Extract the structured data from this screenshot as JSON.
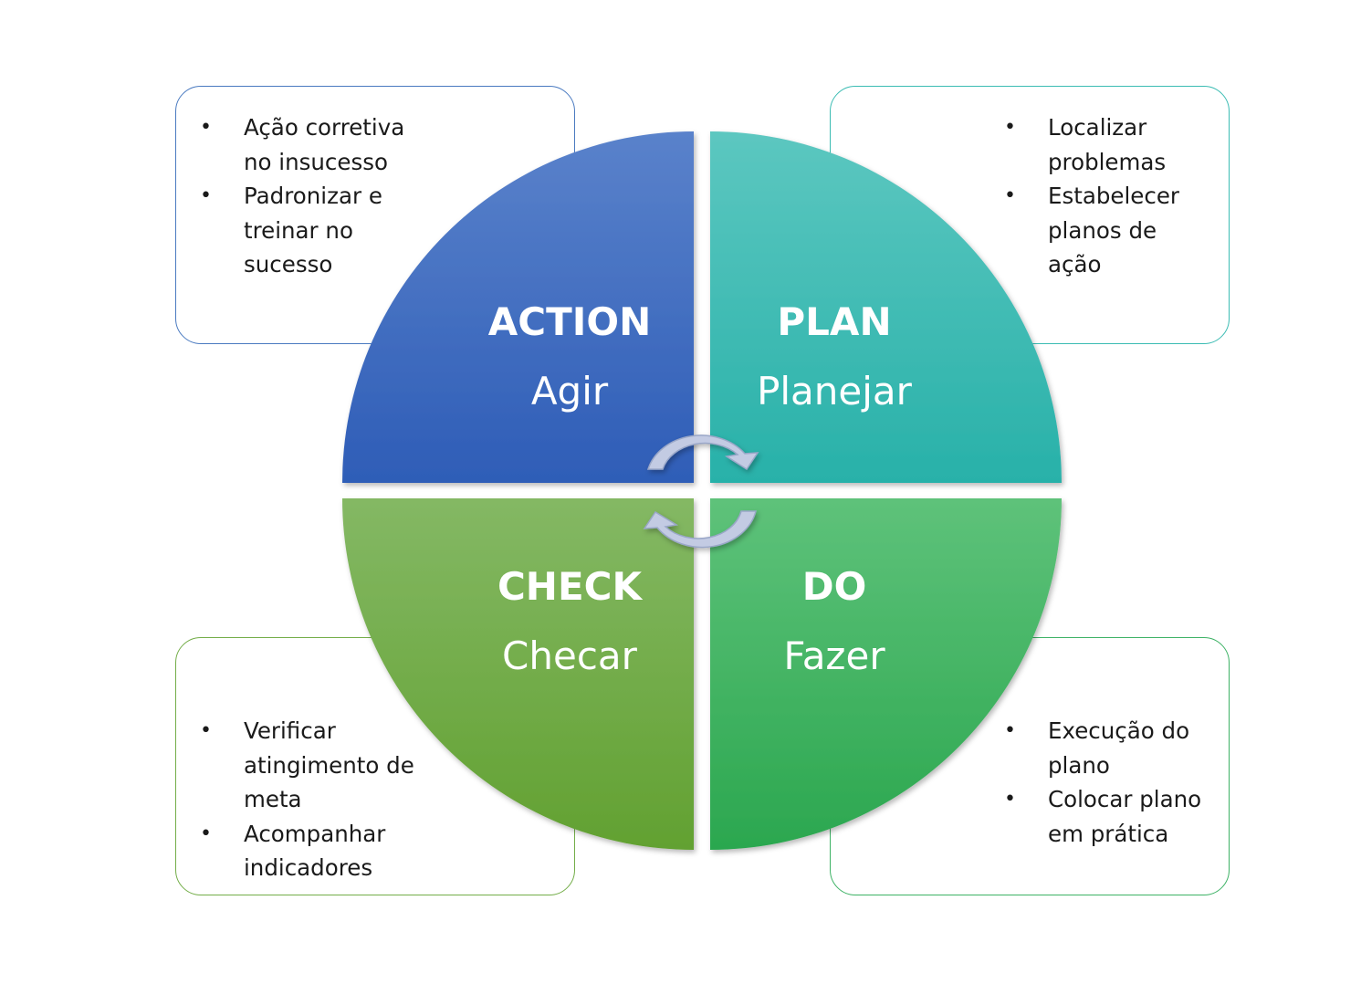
{
  "quadrants": {
    "action": {
      "title": "ACTION",
      "subtitle": "Agir",
      "bullets": [
        "Ação corretiva no insucesso",
        "Padronizar e treinar no sucesso"
      ],
      "colors": {
        "top": "#5a82cb",
        "bottom": "#2e5db7",
        "border": "#4a7ac0"
      }
    },
    "plan": {
      "title": "PLAN",
      "subtitle": "Planejar",
      "bullets": [
        "Localizar problemas",
        "Estabelecer planos de ação"
      ],
      "colors": {
        "top": "#5cc7c0",
        "bottom": "#28b1a9",
        "border": "#3bbcb3"
      }
    },
    "check": {
      "title": "CHECK",
      "subtitle": "Checar",
      "bullets": [
        "Verificar atingimento de meta",
        "Acompanhar indicadores"
      ],
      "colors": {
        "top": "#84b864",
        "bottom": "#62a131",
        "border": "#73ad48"
      }
    },
    "do": {
      "title": "DO",
      "subtitle": "Fazer",
      "bullets": [
        "Execução do plano",
        "Colocar plano em prática"
      ],
      "colors": {
        "top": "#5ec27a",
        "bottom": "#2ba74f",
        "border": "#3db265"
      }
    }
  },
  "cycle_arrows": {
    "icon": "circular-arrows-icon",
    "color": "#c3cbe3"
  }
}
